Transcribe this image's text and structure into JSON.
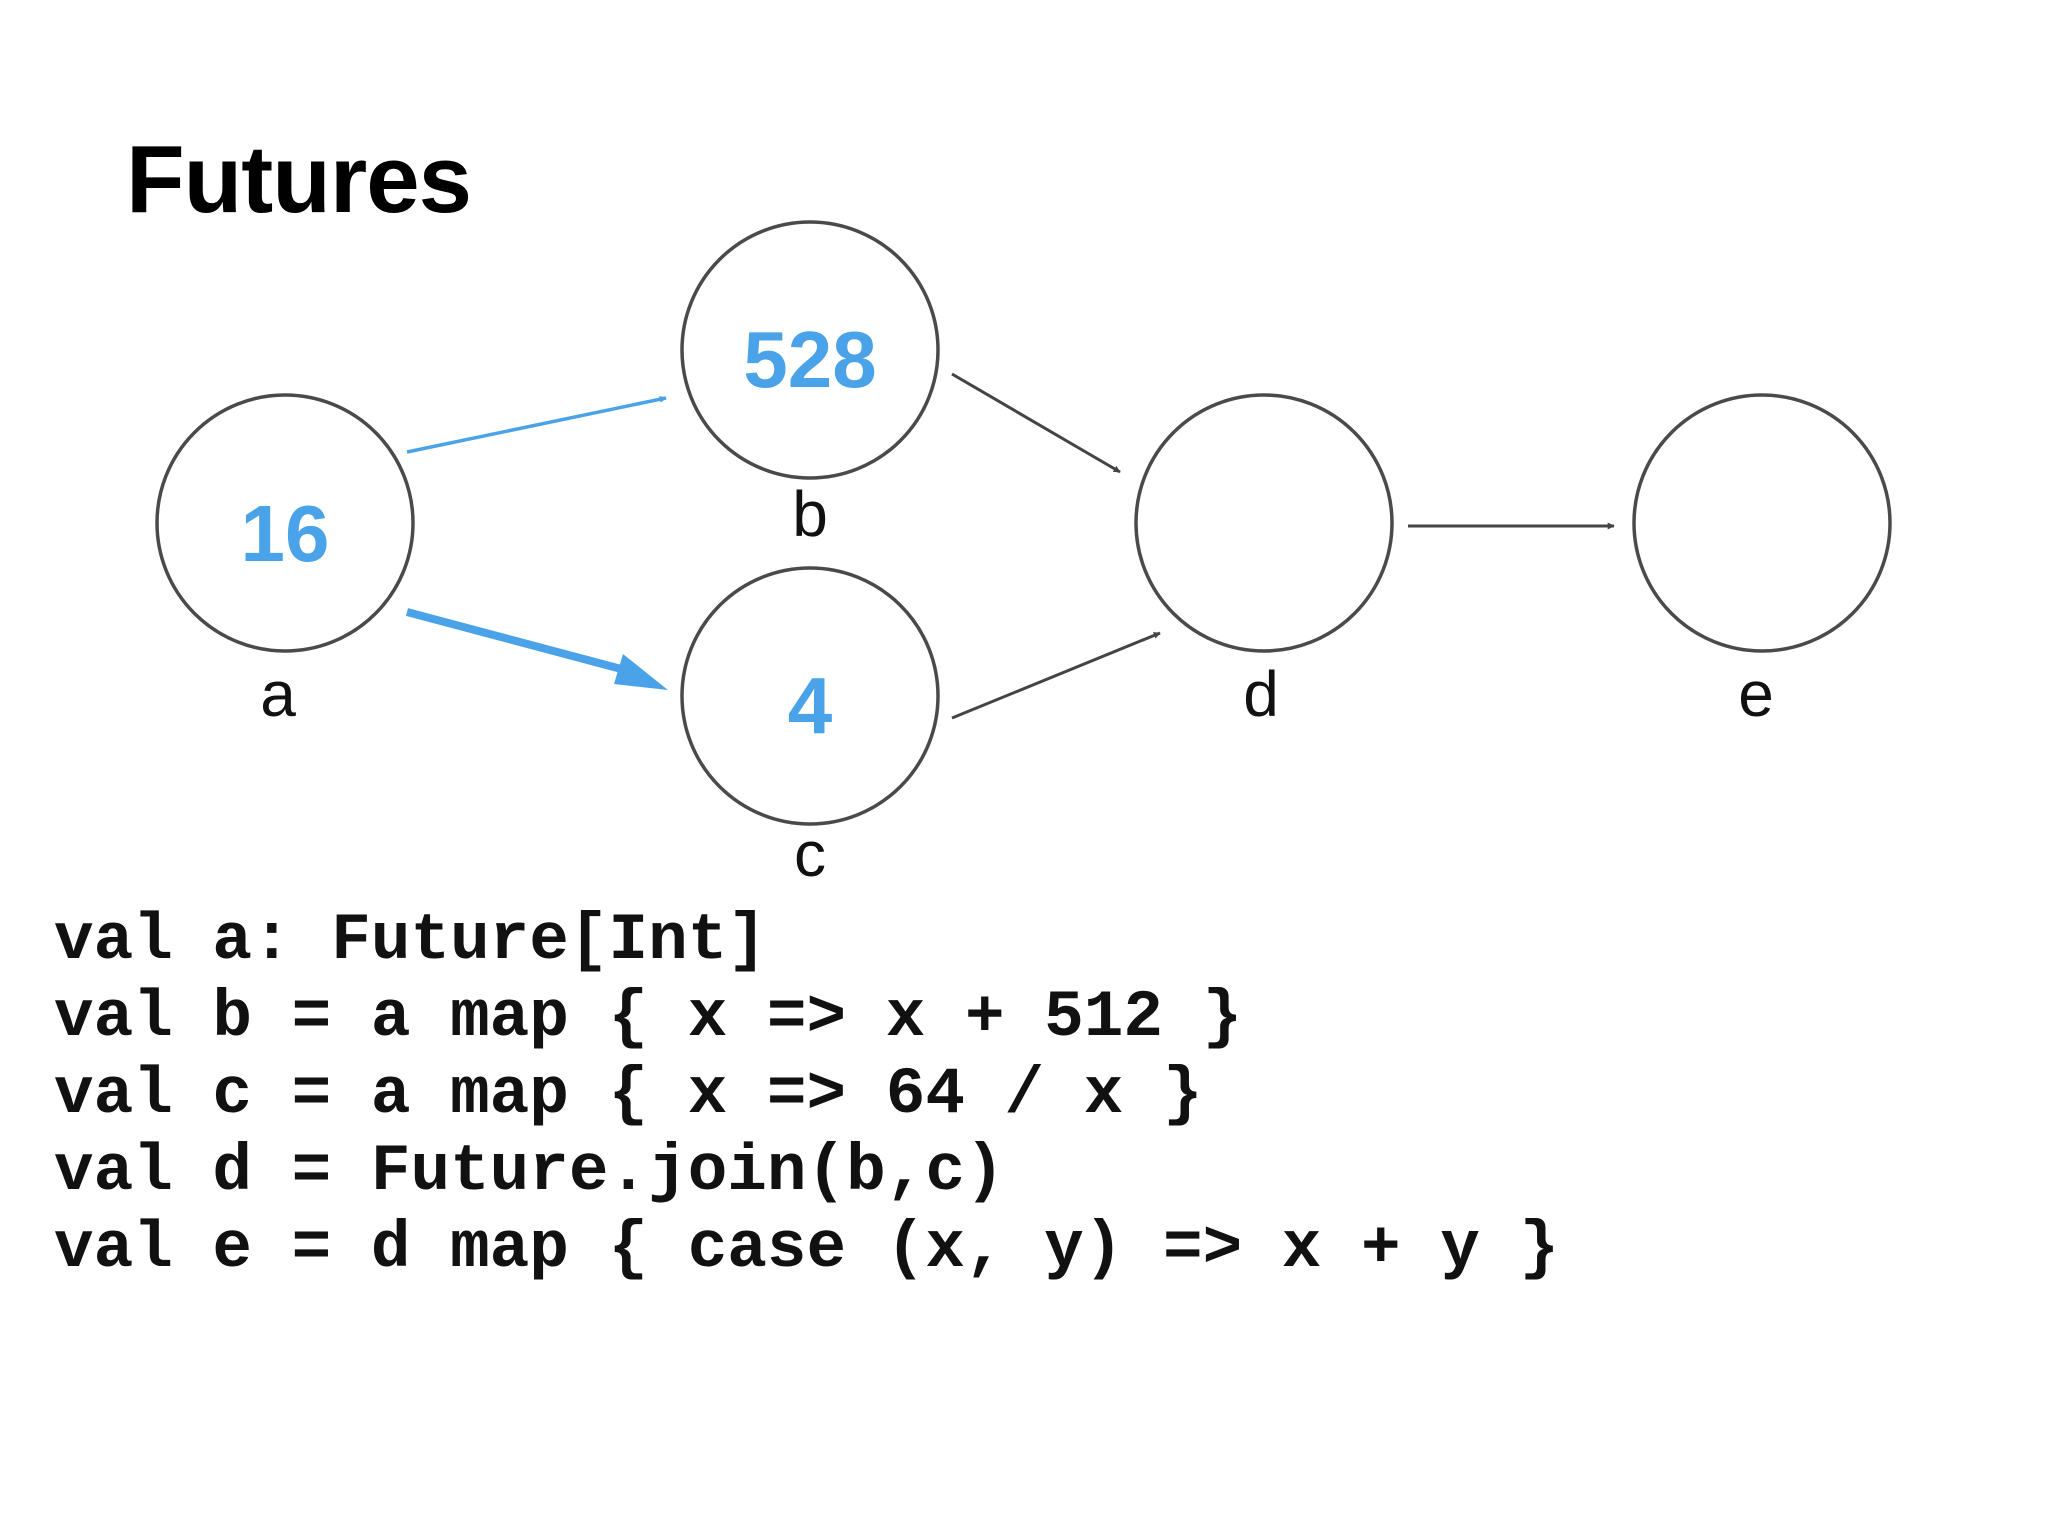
{
  "title": "Futures",
  "colors": {
    "value_text": "#4aa3e8",
    "active_edge": "#4aa3e8",
    "edge": "#444444",
    "node_stroke": "#4a4a4a"
  },
  "nodes": [
    {
      "id": "a",
      "label": "a",
      "value": "16"
    },
    {
      "id": "b",
      "label": "b",
      "value": "528"
    },
    {
      "id": "c",
      "label": "c",
      "value": "4"
    },
    {
      "id": "d",
      "label": "d",
      "value": ""
    },
    {
      "id": "e",
      "label": "e",
      "value": ""
    }
  ],
  "edges": [
    {
      "from": "a",
      "to": "b",
      "style": "blue"
    },
    {
      "from": "a",
      "to": "c",
      "style": "blue-thick"
    },
    {
      "from": "b",
      "to": "d",
      "style": "dark"
    },
    {
      "from": "c",
      "to": "d",
      "style": "dark"
    },
    {
      "from": "d",
      "to": "e",
      "style": "dark"
    }
  ],
  "code_lines": [
    "val a: Future[Int]",
    "val b = a map { x => x + 512 }",
    "val c = a map { x => 64 / x }",
    "val d = Future.join(b,c)",
    "val e = d map { case (x, y) => x + y }"
  ]
}
